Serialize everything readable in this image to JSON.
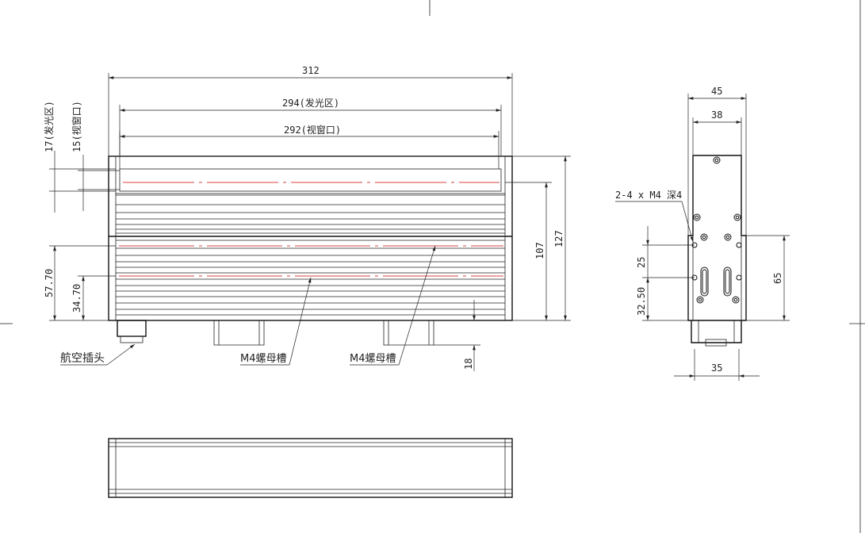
{
  "dimensions": {
    "front": {
      "overall_width": "312",
      "emitting_width": "294(发光区)",
      "window_width": "292(视窗口)",
      "emitting_height": "17(发光区)",
      "window_height": "15(视窗口)",
      "height_57": "57.70",
      "height_34": "34.70",
      "height_107": "107",
      "height_127": "127",
      "foot_18": "18"
    },
    "side": {
      "width_45": "45",
      "width_38": "38",
      "width_35": "35",
      "height_65": "65",
      "height_25": "25",
      "height_32": "32.50"
    }
  },
  "callouts": {
    "connector": "航空插头",
    "nut_slot_1": "M4螺母槽",
    "nut_slot_2": "M4螺母槽",
    "holes": "2-4 x M4 深4"
  }
}
